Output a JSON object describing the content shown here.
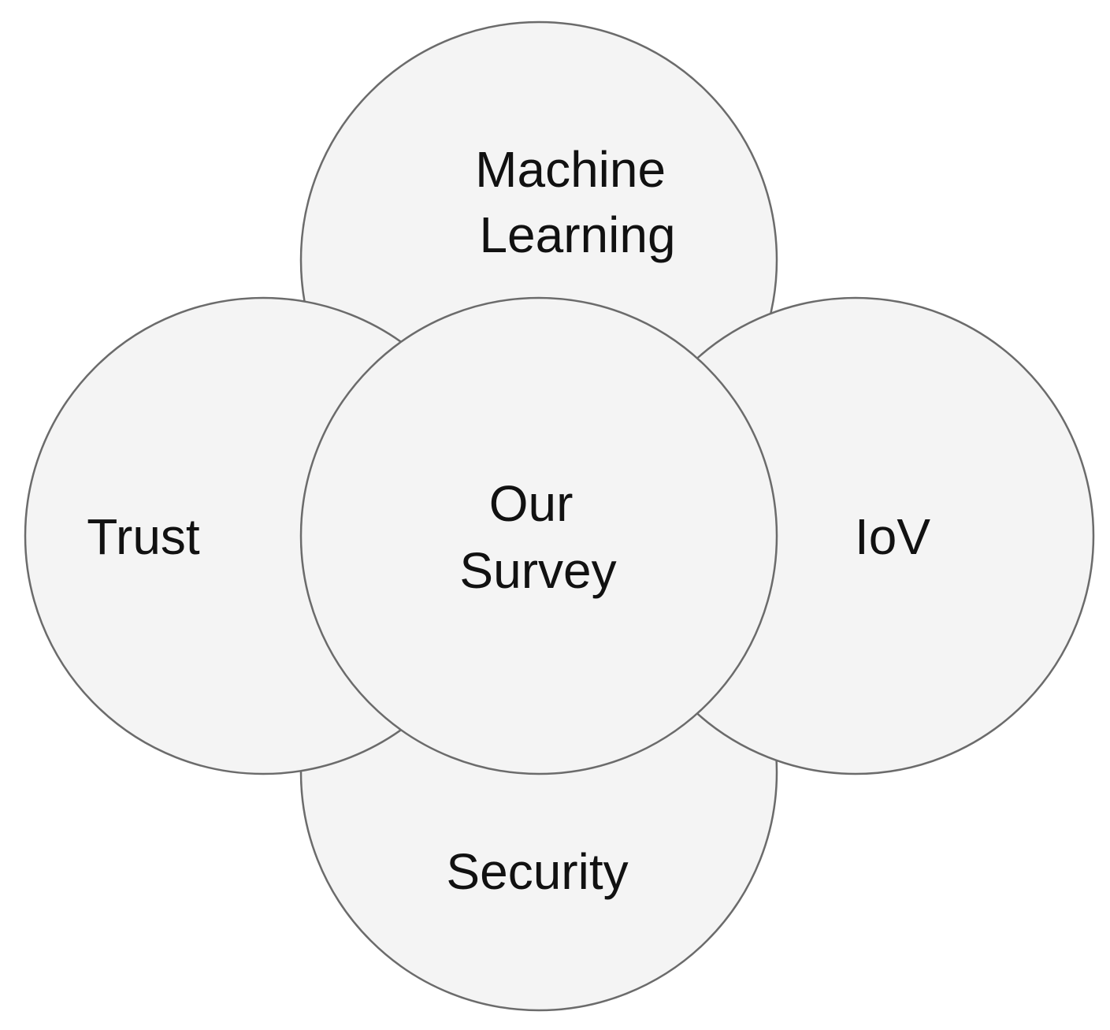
{
  "colors": {
    "background": "#ffffff",
    "circle_fill": "#f4f4f4",
    "circle_stroke": "#6b6b6b",
    "text": "#111111"
  },
  "topics": {
    "machine_learning": {
      "lines": [
        "Machine",
        "Learning"
      ]
    },
    "trust": {
      "lines": [
        "Trust"
      ]
    },
    "iov": {
      "lines": [
        "IoV"
      ]
    },
    "security": {
      "lines": [
        "Security"
      ]
    },
    "center": {
      "lines": [
        "Our",
        "Survey"
      ]
    }
  }
}
